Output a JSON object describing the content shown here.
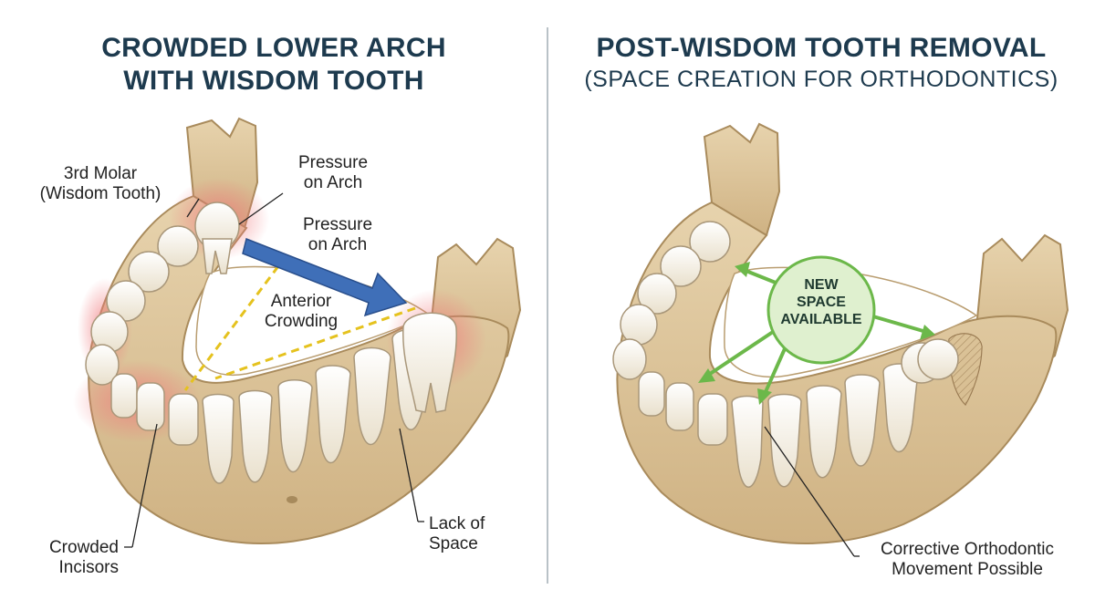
{
  "left_panel": {
    "title_line1": "CROWDED LOWER ARCH",
    "title_line2": "WITH WISDOM TOOTH",
    "labels": {
      "third_molar_line1": "3rd Molar",
      "third_molar_line2": "(Wisdom Tooth)",
      "pressure1_line1": "Pressure",
      "pressure1_line2": "on Arch",
      "pressure2_line1": "Pressure",
      "pressure2_line2": "on Arch",
      "anterior_line1": "Anterior",
      "anterior_line2": "Crowding",
      "crowded_line1": "Crowded",
      "crowded_line2": "Incisors",
      "lack_line1": "Lack of",
      "lack_line2": "Space"
    }
  },
  "right_panel": {
    "title_line1": "POST-WISDOM TOOTH REMOVAL",
    "subtitle": "(SPACE CREATION FOR ORTHODONTICS)",
    "badge": {
      "line1": "NEW",
      "line2": "SPACE",
      "line3": "AVAILABLE"
    },
    "labels": {
      "corrective_line1": "Corrective Orthodontic",
      "corrective_line2": "Movement Possible"
    }
  },
  "colors": {
    "title": "#1d3a4e",
    "bone": "#dcc49c",
    "bone_dark": "#b79a6c",
    "tooth": "#f7f3ea",
    "inflammation": "#f0767a",
    "pressure_arrow": "#3f6fb8",
    "crowding_line": "#e5c21e",
    "space_arrow": "#6cb84a",
    "badge_fill": "#dff0cf"
  }
}
